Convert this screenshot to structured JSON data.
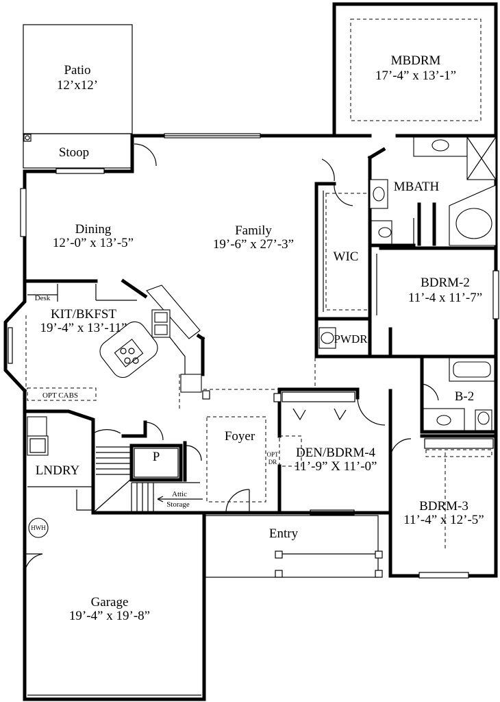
{
  "rooms": {
    "patio": {
      "name": "Patio",
      "dims": "12’x12’"
    },
    "stoop": {
      "name": "Stoop"
    },
    "mbdrm": {
      "name": "MBDRM",
      "dims": "17’-4” x 13’-1”"
    },
    "mbath": {
      "name": "MBATH"
    },
    "dining": {
      "name": "Dining",
      "dims": "12’-0” x 13’-5”"
    },
    "family": {
      "name": "Family",
      "dims": "19’-6” x 27’-3”"
    },
    "wic": {
      "name": "WIC"
    },
    "bdrm2": {
      "name": "BDRM-2",
      "dims": "11’-4 x 11’-7”"
    },
    "kitchen": {
      "name": "KIT/BKFST",
      "dims": "19’-4” x 13’-11”"
    },
    "desk": {
      "name": "Desk"
    },
    "pwdr": {
      "name": "PWDR"
    },
    "b2": {
      "name": "B-2"
    },
    "opt_cabs": {
      "name": "OPT CABS"
    },
    "foyer": {
      "name": "Foyer"
    },
    "opt_dr": {
      "line1": "OPT",
      "line2": "DR"
    },
    "den": {
      "name": "DEN/BDRM-4",
      "dims": "11’-9” X 11’-0”"
    },
    "pantry": {
      "name": "P"
    },
    "lndry": {
      "name": "LNDRY"
    },
    "attic": {
      "line1": "Attic",
      "line2": "Storage"
    },
    "bdrm3": {
      "name": "BDRM-3",
      "dims": "11’-4” x 12’-5”"
    },
    "hwh": {
      "name": "HWH"
    },
    "entry": {
      "name": "Entry"
    },
    "garage": {
      "name": "Garage",
      "dims": "19’-4” x 19’-8”"
    }
  }
}
